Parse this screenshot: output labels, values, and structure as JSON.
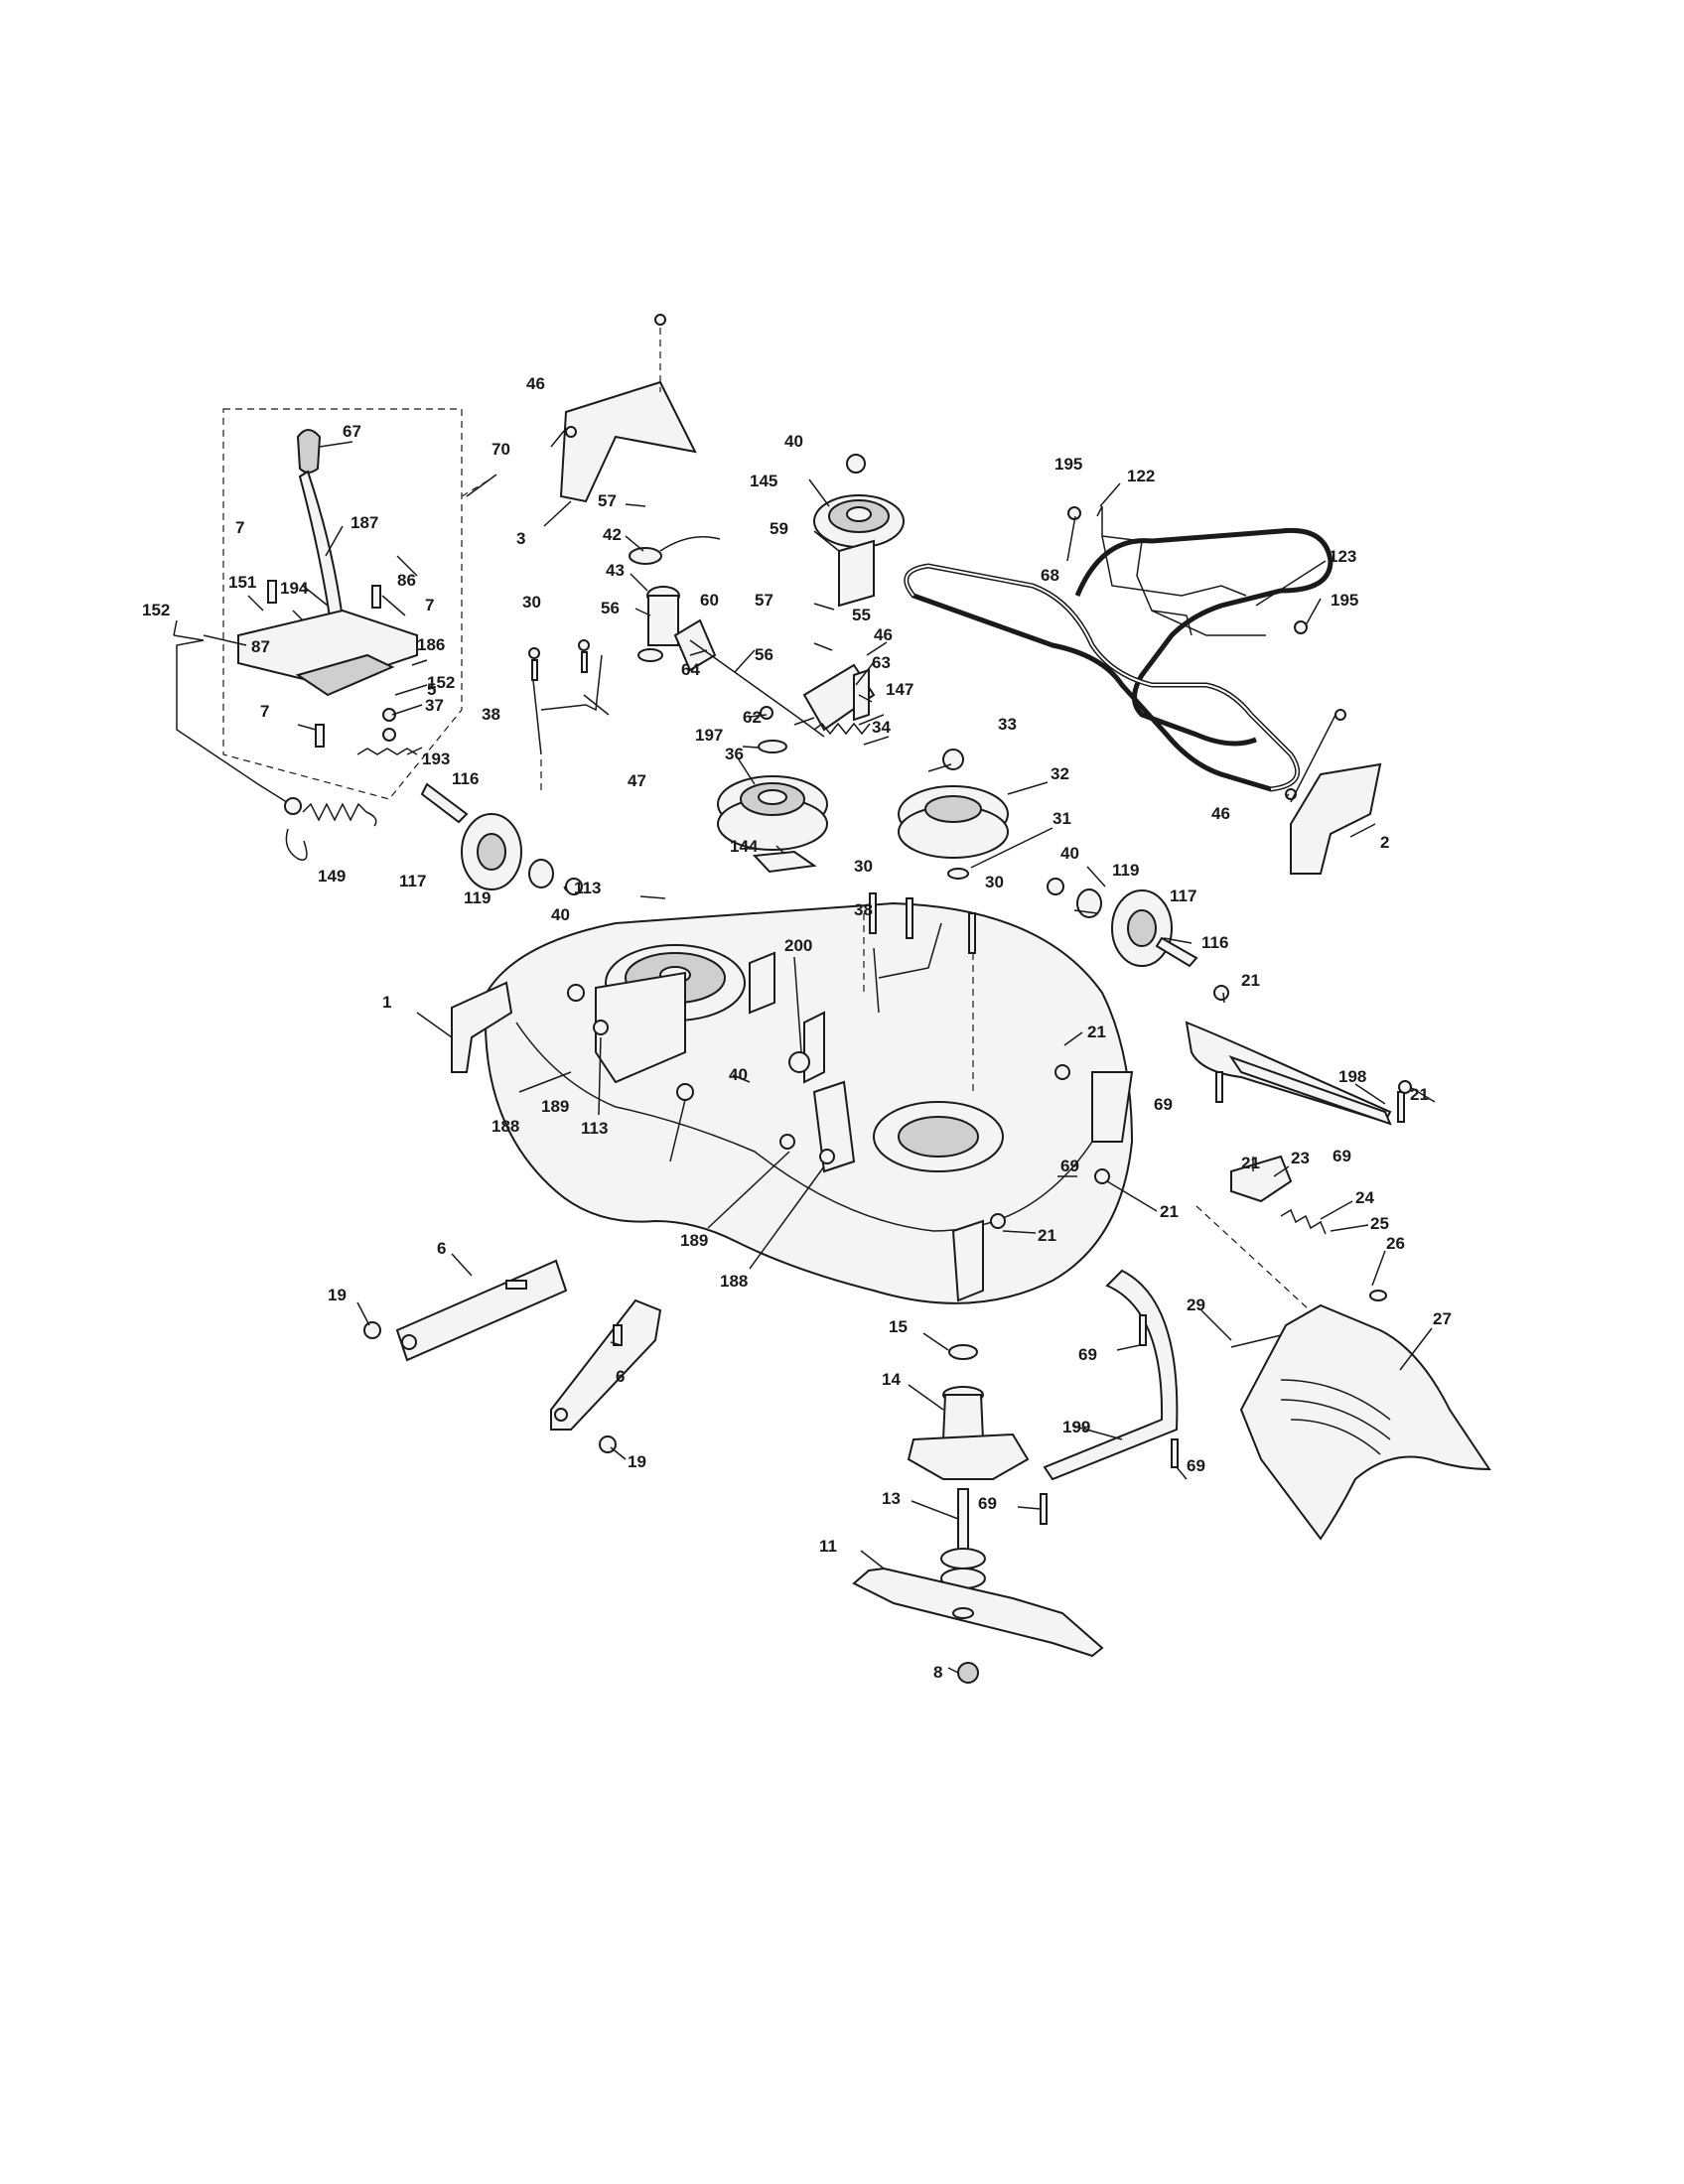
{
  "labels": [
    "1",
    "2",
    "3",
    "5",
    "6",
    "7",
    "8",
    "11",
    "13",
    "14",
    "15",
    "19",
    "21",
    "23",
    "24",
    "25",
    "26",
    "27",
    "29",
    "30",
    "31",
    "32",
    "33",
    "34",
    "36",
    "37",
    "38",
    "40",
    "42",
    "43",
    "46",
    "47",
    "55",
    "56",
    "57",
    "59",
    "60",
    "62",
    "63",
    "64",
    "67",
    "68",
    "69",
    "70",
    "86",
    "87",
    "113",
    "116",
    "117",
    "119",
    "122",
    "123",
    "144",
    "145",
    "147",
    "149",
    "151",
    "152",
    "186",
    "187",
    "188",
    "189",
    "193",
    "194",
    "195",
    "197",
    "198",
    "199",
    "200"
  ],
  "colors": {
    "ink": "#1a1a1a",
    "fill": "#f4f4f4",
    "shade": "#cfcfcf",
    "background": "#ffffff"
  }
}
